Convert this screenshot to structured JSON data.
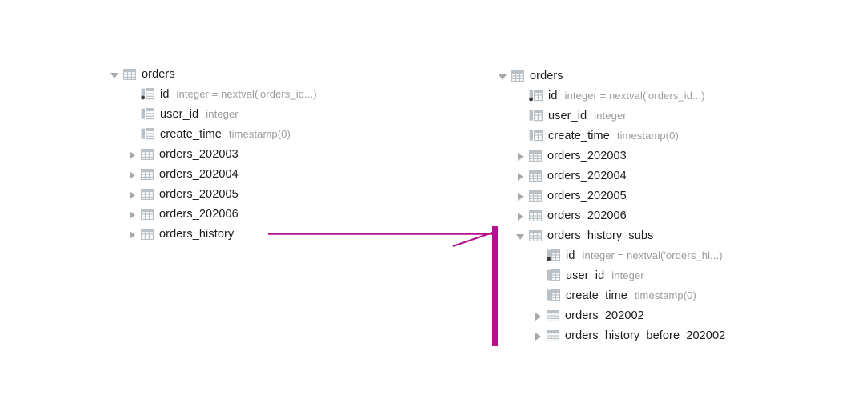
{
  "theme": {
    "background": "#ffffff",
    "name_color": "#1c1c1e",
    "meta_color": "#9b9b9e",
    "twisty_color": "#a9a9ad",
    "icon_color": "#b9c0c6",
    "connector_color": "#b5108e"
  },
  "left_panel": {
    "name": "orders-tree-left",
    "rows": [
      {
        "level": 0,
        "twisty": "expanded",
        "icon": "table-icon",
        "label": "orders",
        "meta": ""
      },
      {
        "level": 1,
        "twisty": "none",
        "icon": "column-key-icon",
        "label": "id",
        "meta": "integer = nextval('orders_id...)"
      },
      {
        "level": 1,
        "twisty": "none",
        "icon": "column-icon",
        "label": "user_id",
        "meta": "integer"
      },
      {
        "level": 1,
        "twisty": "none",
        "icon": "column-icon",
        "label": "create_time",
        "meta": "timestamp(0)"
      },
      {
        "level": 1,
        "twisty": "collapsed",
        "icon": "table-icon",
        "label": "orders_202003",
        "meta": ""
      },
      {
        "level": 1,
        "twisty": "collapsed",
        "icon": "table-icon",
        "label": "orders_202004",
        "meta": ""
      },
      {
        "level": 1,
        "twisty": "collapsed",
        "icon": "table-icon",
        "label": "orders_202005",
        "meta": ""
      },
      {
        "level": 1,
        "twisty": "collapsed",
        "icon": "table-icon",
        "label": "orders_202006",
        "meta": ""
      },
      {
        "level": 1,
        "twisty": "collapsed",
        "icon": "table-icon",
        "label": "orders_history",
        "meta": ""
      }
    ]
  },
  "right_panel": {
    "name": "orders-tree-right",
    "rows": [
      {
        "level": 0,
        "twisty": "expanded",
        "icon": "table-icon",
        "label": "orders",
        "meta": ""
      },
      {
        "level": 1,
        "twisty": "none",
        "icon": "column-key-icon",
        "label": "id",
        "meta": "integer = nextval('orders_id...)"
      },
      {
        "level": 1,
        "twisty": "none",
        "icon": "column-icon",
        "label": "user_id",
        "meta": "integer"
      },
      {
        "level": 1,
        "twisty": "none",
        "icon": "column-icon",
        "label": "create_time",
        "meta": "timestamp(0)"
      },
      {
        "level": 1,
        "twisty": "collapsed",
        "icon": "table-icon",
        "label": "orders_202003",
        "meta": ""
      },
      {
        "level": 1,
        "twisty": "collapsed",
        "icon": "table-icon",
        "label": "orders_202004",
        "meta": ""
      },
      {
        "level": 1,
        "twisty": "collapsed",
        "icon": "table-icon",
        "label": "orders_202005",
        "meta": ""
      },
      {
        "level": 1,
        "twisty": "collapsed",
        "icon": "table-icon",
        "label": "orders_202006",
        "meta": ""
      },
      {
        "level": 1,
        "twisty": "expanded",
        "icon": "table-icon",
        "label": "orders_history_subs",
        "meta": ""
      },
      {
        "level": 2,
        "twisty": "none",
        "icon": "column-key-icon",
        "label": "id",
        "meta": "integer = nextval('orders_hi...)"
      },
      {
        "level": 2,
        "twisty": "none",
        "icon": "column-icon",
        "label": "user_id",
        "meta": "integer"
      },
      {
        "level": 2,
        "twisty": "none",
        "icon": "column-icon",
        "label": "create_time",
        "meta": "timestamp(0)"
      },
      {
        "level": 2,
        "twisty": "collapsed",
        "icon": "table-icon",
        "label": "orders_202002",
        "meta": ""
      },
      {
        "level": 2,
        "twisty": "collapsed",
        "icon": "table-icon",
        "label": "orders_history_before_202002",
        "meta": ""
      }
    ]
  },
  "connector": {
    "name": "relationship-connector",
    "color": "#b5108e",
    "from_row_label": "orders_history",
    "to_row_label": "orders_history_subs"
  }
}
